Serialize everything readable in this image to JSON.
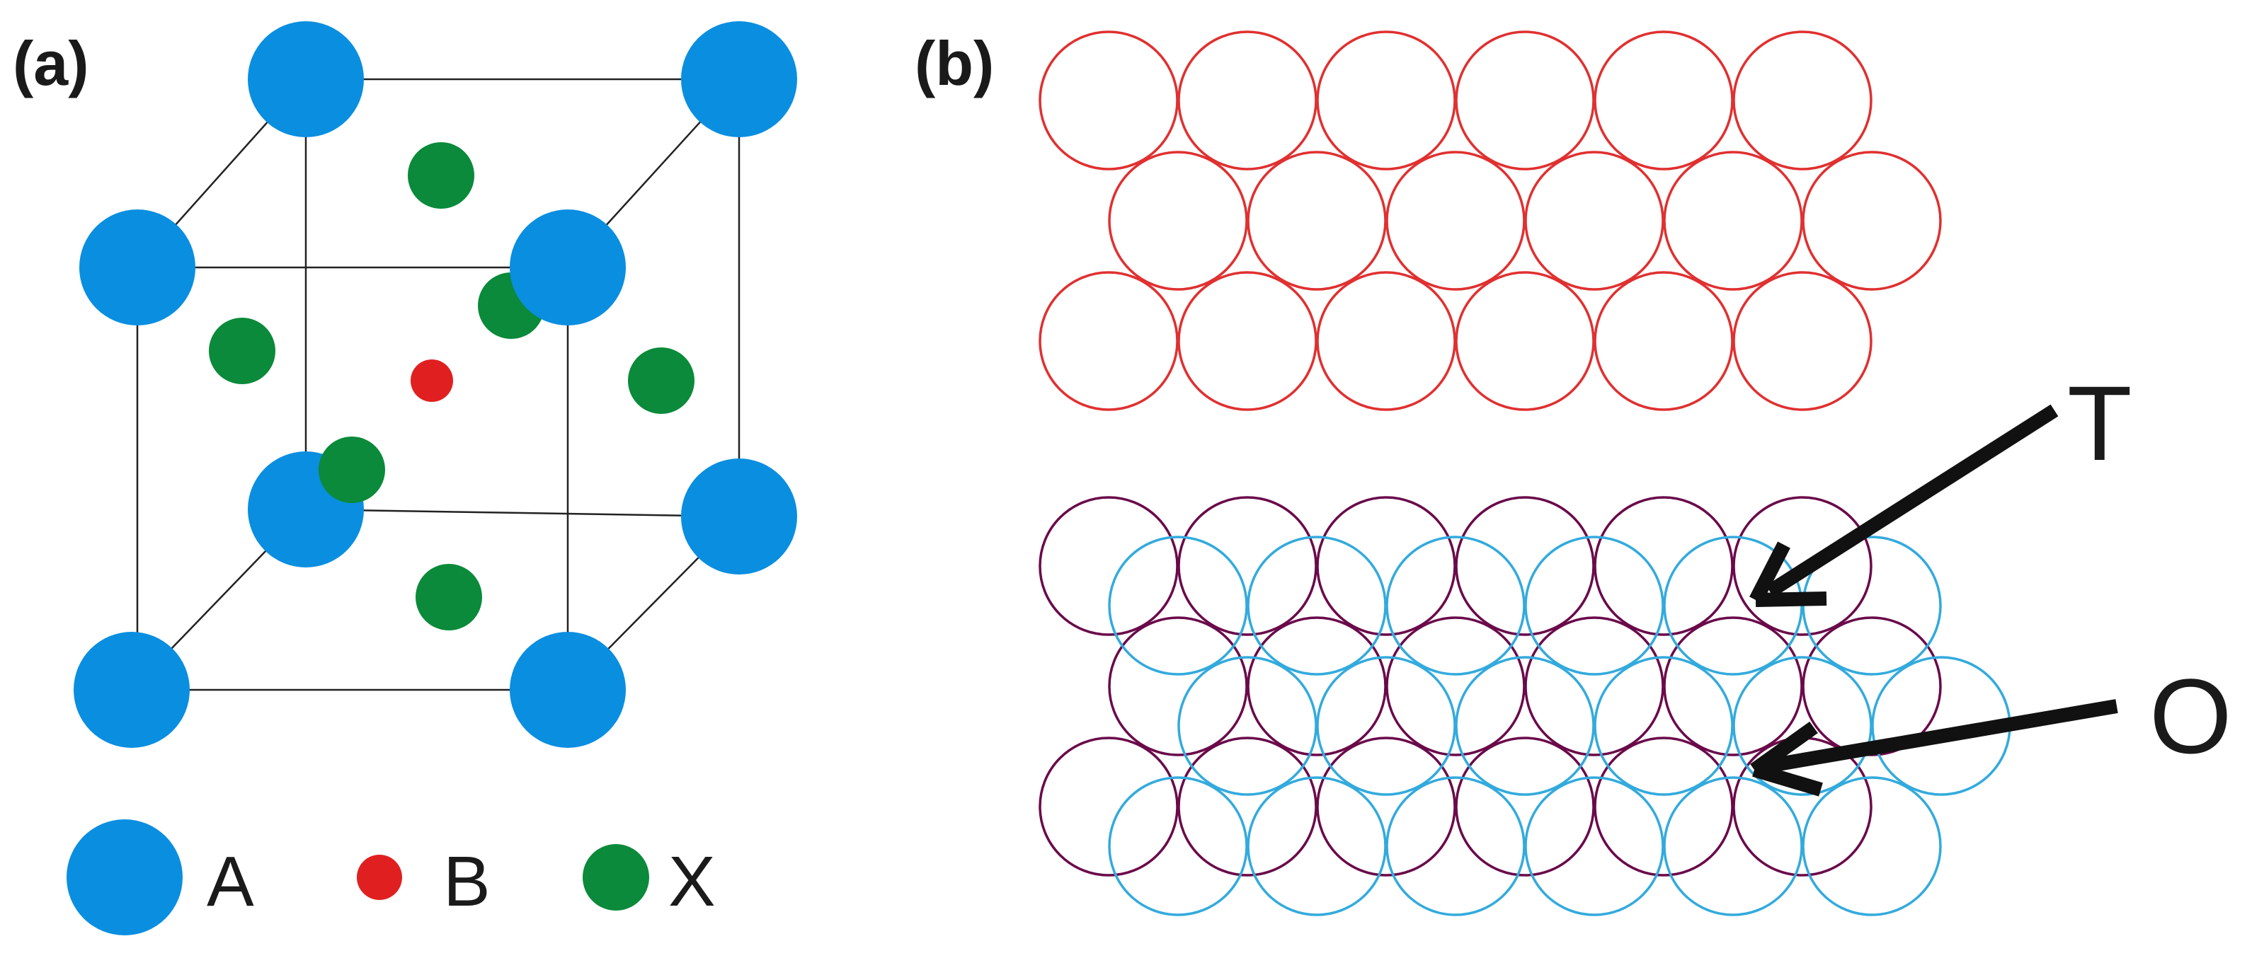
{
  "panels": {
    "a": {
      "label": "(a)"
    },
    "b": {
      "label": "(b)"
    }
  },
  "legend": {
    "a": {
      "label": "A",
      "color": "#0a8ee0"
    },
    "b": {
      "label": "B",
      "color": "#e02020"
    },
    "x": {
      "label": "X",
      "color": "#0a8a3a"
    }
  },
  "markers": {
    "tetrahedral": {
      "label": "T"
    },
    "octahedral": {
      "label": "O"
    }
  },
  "colors": {
    "single_layer": "#e03030",
    "bottom_layer": "#6a0a4a",
    "top_layer": "#33aadd",
    "cube_edge": "#222222",
    "arrow": "#111111"
  }
}
